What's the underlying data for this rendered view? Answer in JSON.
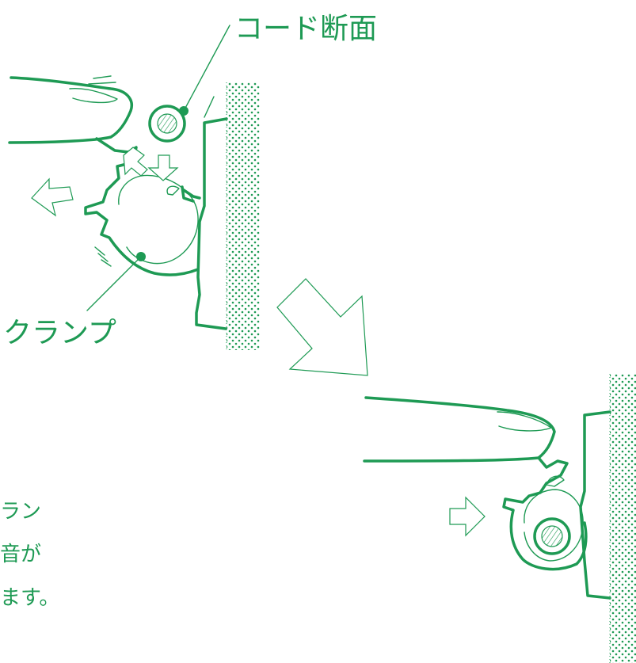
{
  "labels": {
    "cord_section": "コード断面",
    "clamp": "クランプ",
    "text_line1": "ラン",
    "text_line2": "音が",
    "text_line3": "ます。"
  },
  "colors": {
    "accent": "#1e9a54",
    "background": "#ffffff"
  }
}
